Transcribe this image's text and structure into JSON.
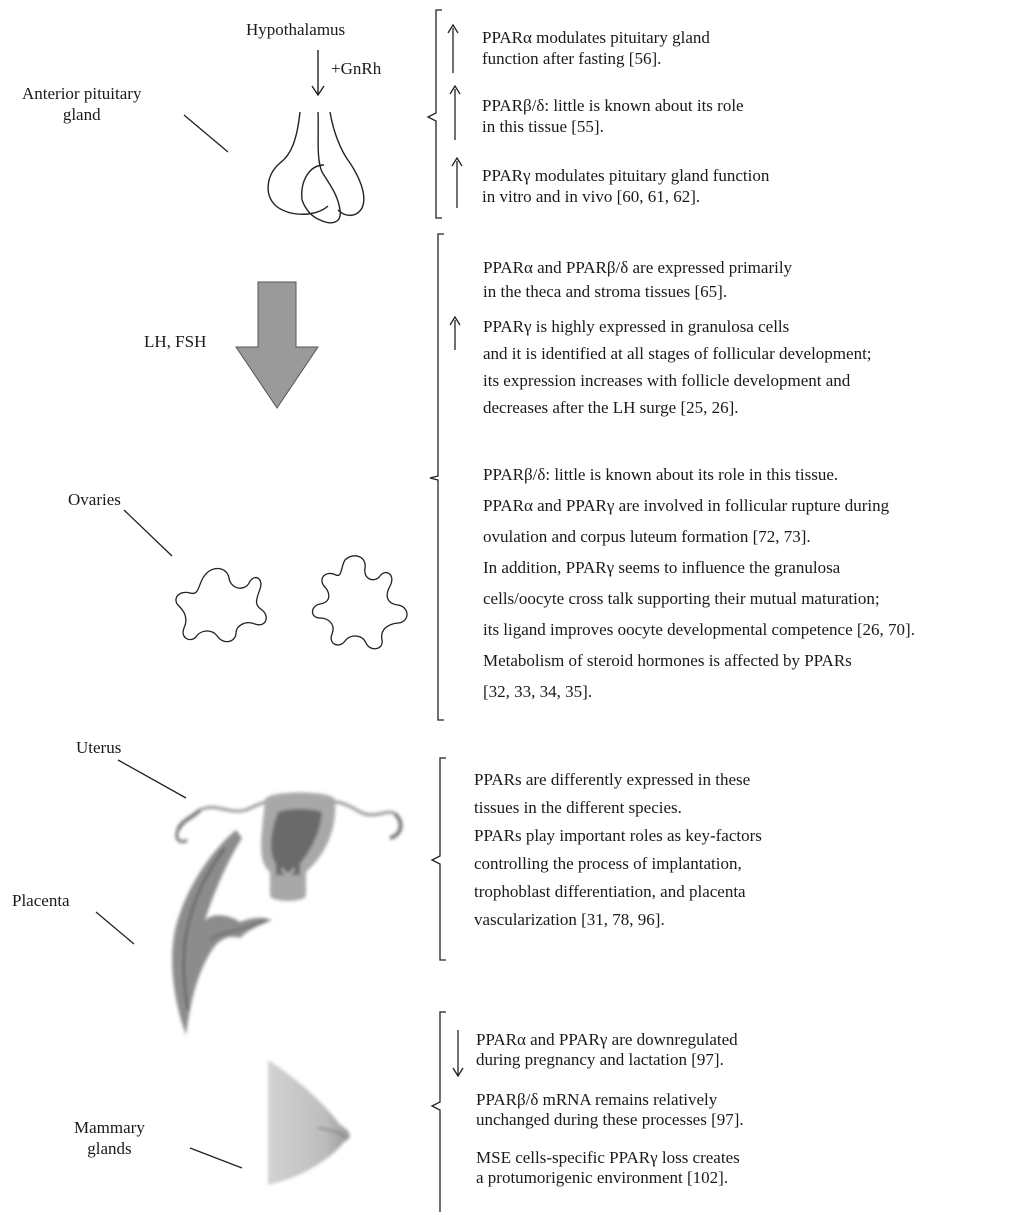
{
  "labels": {
    "hypothalamus": "Hypothalamus",
    "gnrh": "+GnRh",
    "anterior_pituitary": [
      "Anterior pituitary",
      "gland"
    ],
    "lh_fsh": "LH, FSH",
    "ovaries": "Ovaries",
    "uterus": "Uterus",
    "placenta": "Placenta",
    "mammary": [
      "Mammary",
      "glands"
    ]
  },
  "pituitary": [
    {
      "arrow": "up",
      "lines": [
        "PPARα modulates pituitary gland",
        "function after fasting [56]."
      ]
    },
    {
      "arrow": "up",
      "lines": [
        "PPARβ/δ: little is known about its role",
        "in this tissue [55]."
      ]
    },
    {
      "arrow": "up",
      "lines": [
        "PPARγ modulates pituitary gland function",
        "in vitro and in vivo [60, 61, 62]."
      ]
    }
  ],
  "ovary_upper": [
    {
      "arrow": "none",
      "lines": [
        "PPARα and PPARβ/δ are expressed primarily",
        "in the theca and stroma tissues [65]."
      ]
    },
    {
      "arrow": "up",
      "lines": [
        "PPARγ is highly expressed in granulosa cells",
        "and it is identified at all stages of follicular development;",
        "its expression increases with follicle development and",
        "decreases after the LH surge [25, 26]."
      ]
    }
  ],
  "ovary_lower": [
    "PPARβ/δ: little is known about its role in this tissue.",
    "PPARα and PPARγ are involved in follicular rupture during",
    "ovulation and corpus luteum formation [72, 73].",
    "In addition, PPARγ seems to influence the granulosa",
    "cells/oocyte cross talk supporting their mutual maturation;",
    "its ligand improves oocyte developmental competence [26, 70].",
    "Metabolism of steroid hormones is affected by PPARs",
    "[32, 33, 34, 35]."
  ],
  "uterus_placenta": [
    "PPARs are differently expressed in these",
    "tissues in the different species.",
    "PPARs play important roles as key-factors",
    "controlling the process of implantation,",
    "trophoblast differentiation, and placenta",
    "vascularization [31, 78, 96]."
  ],
  "mammary_items": [
    {
      "arrow": "down",
      "lines": [
        "PPARα and PPARγ are downregulated",
        "during pregnancy and lactation [97]."
      ]
    },
    {
      "arrow": "none",
      "lines": [
        "PPARβ/δ mRNA remains relatively",
        "unchanged during these processes [97]."
      ]
    },
    {
      "arrow": "none",
      "lines": [
        "MSE cells-specific PPARγ loss creates",
        "a protumorigenic environment [102]."
      ]
    }
  ],
  "colors": {
    "line": "#222222",
    "big_arrow": "#9a9a9a",
    "tissue_dark": "#707070",
    "tissue_mid": "#a8a8a8",
    "breast": "#c4c4c4"
  }
}
